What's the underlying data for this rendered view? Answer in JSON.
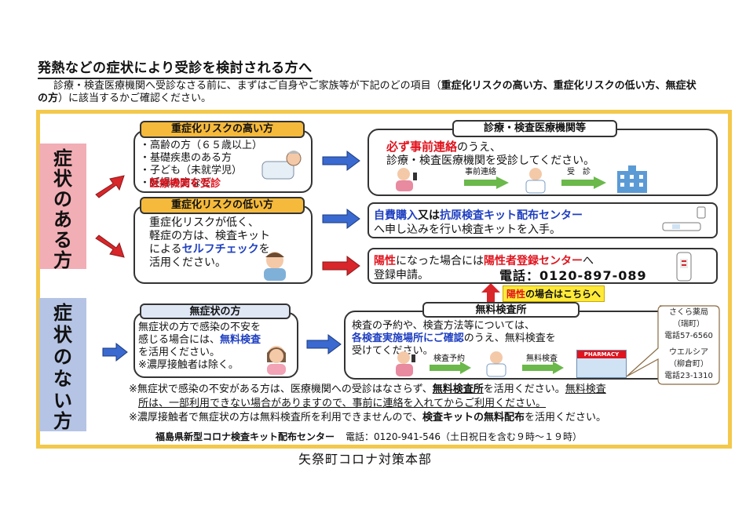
{
  "title": "発熱などの症状により受診を検討される方へ",
  "intro": {
    "part1": "診療・検査医療機関へ受診なさる前に、まずはご自身やご家族等が下記のどの項目（",
    "bold": "重症化リスクの高い方、重症化リスクの低い方、無症状の方",
    "part2": "）に該当するかご確認ください。"
  },
  "side_labels": {
    "with_symptoms": [
      "症",
      "状",
      "の",
      "あ",
      "る",
      "方"
    ],
    "without_symptoms": [
      "症",
      "状",
      "の",
      "な",
      "い",
      "方"
    ]
  },
  "high_risk": {
    "header": "重症化リスクの高い方",
    "items": [
      "・高齢の方（６５歳以上）",
      "・基礎疾患のある方",
      "・子ども（未就学児）",
      "・妊婦の方など"
    ],
    "action": "医療機関を受診"
  },
  "clinic": {
    "header": "診療・検査医療機関等",
    "line1_red": "必ず事前連絡",
    "line1_rest": "のうえ、",
    "line2": "診療・検査医療機関を受診してください。",
    "flow": [
      "事前連絡",
      "受　診"
    ]
  },
  "low_risk": {
    "header": "重症化リスクの低い方",
    "lines": [
      "重症化リスクが低く、",
      "軽症の方は、検査キット"
    ],
    "line3_pre": "による",
    "line3_blue": "セルフチェック",
    "line3_post": "を",
    "line4": "活用ください。"
  },
  "kit": {
    "line1_blue_a": "自費購入",
    "line1_mid": "又は",
    "line1_blue_b": "抗原検査キット配布センター",
    "line2": "へ申し込みを行い検査キットを入手。"
  },
  "positive": {
    "red_a": "陽性",
    "mid": "になった場合には",
    "red_b": "陽性者登録センター",
    "tail": "へ",
    "line2": "登録申請。",
    "phone": "電話：0120-897-089"
  },
  "positive_banner": {
    "red": "陽性",
    "rest": "の場合はこちらへ"
  },
  "asymptomatic": {
    "header": "無症状の方",
    "line1": "無症状の方で感染の不安を",
    "line2_pre": "感じる場合には、",
    "line2_blue": "無料検査",
    "line3": "を活用ください。",
    "line4": "※濃厚接触者は除く。"
  },
  "free_test": {
    "header": "無料検査所",
    "line1": "検査の予約や、検査方法等については、",
    "line2_blue": "各検査実施場所にご確認",
    "line2_rest": "のうえ、無料検査を",
    "line3": "受けてください。",
    "flow": [
      "検査予約",
      "無料検査"
    ],
    "sign": "PHARMACY"
  },
  "callout": {
    "lines": [
      "さくら薬局",
      "（瑞町）",
      "電話57-6560",
      "",
      "ウエルシア",
      "（柳倉町）",
      "電話23-1310"
    ]
  },
  "notes": {
    "n1_pre": "※無症状で感染の不安がある方は、医療機関への受診はなさらず、",
    "n1_bold": "無料検査所",
    "n1_mid": "を活用ください。",
    "n1_tail": "無料検査",
    "n2": "所は、一部利用できない場合がありますので、事前に連絡を入れてからご利用ください。",
    "n3_pre": "※濃厚接触者で無症状の方は無料検査所を利用できませんので、",
    "n3_bold": "検査キットの無料配布",
    "n3_post": "を活用ください。",
    "center_name": "福島県新型コロナ検査キット配布センター",
    "center_phone": "電話：0120-941-546（土日祝日を含む９時～１９時）"
  },
  "footer": "矢祭町コロナ対策本部",
  "colors": {
    "frame": "#f3c84b",
    "side_a": "#f2aeb5",
    "side_b": "#b5c4e4",
    "header_yellow": "#f5b93b",
    "red": "#e0141e",
    "blue": "#1f3fc0",
    "arrow_red": "#d8262b",
    "arrow_blue": "#3a6ad0",
    "arrow_green": "#6bb84b"
  }
}
